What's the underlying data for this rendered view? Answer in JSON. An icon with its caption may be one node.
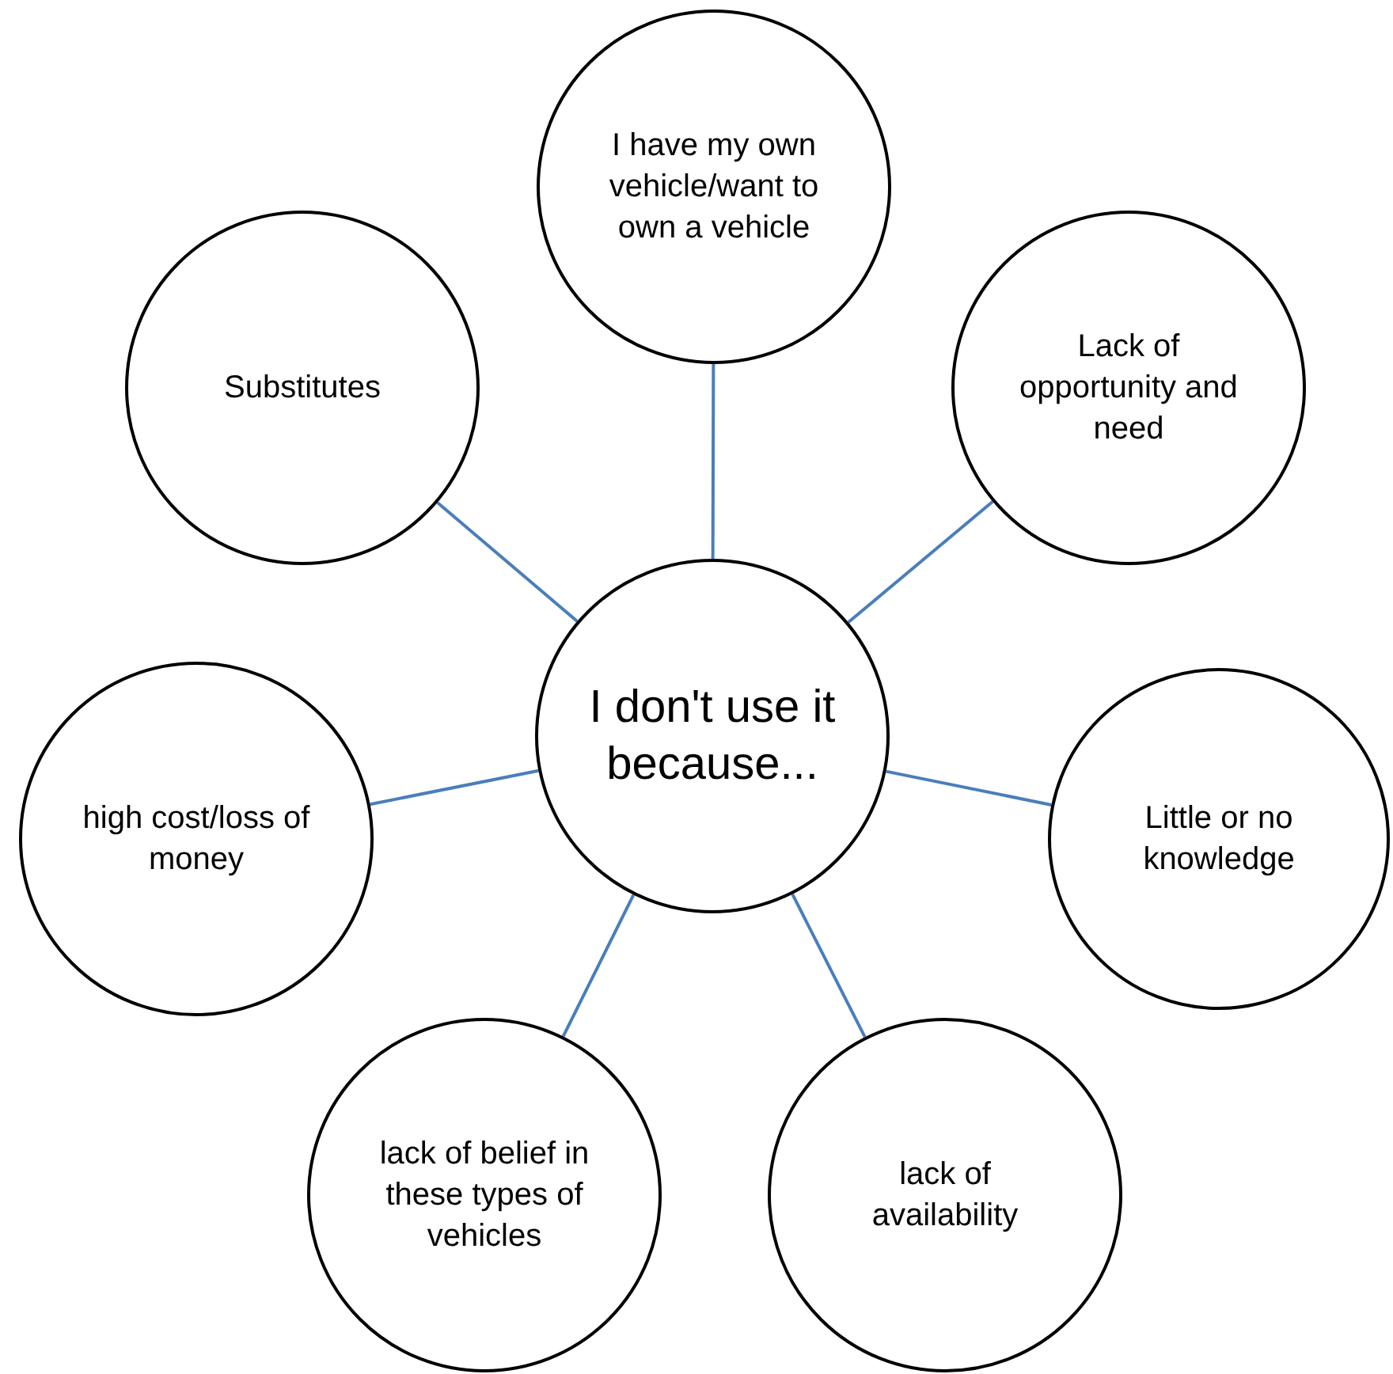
{
  "diagram": {
    "nodes": [
      {
        "text": [
          "I have my own vehicle/want to own a vehicle"
        ]
      },
      {
        "text": [
          "Substitutes"
        ]
      },
      {
        "text": [
          "Lack of opportunity and need"
        ]
      },
      {
        "text": [
          "I don't use it because..."
        ]
      },
      {
        "text": [
          "high cost/loss of money"
        ]
      },
      {
        "text": [
          "Little or no knowledge"
        ]
      },
      {
        "text": [
          "lack of belief in these types of vehicles"
        ]
      },
      {
        "text": [
          "lack of availability"
        ]
      }
    ],
    "edges": [
      {
        "from": 3,
        "to": 0,
        "arrow": "none"
      },
      {
        "from": 3,
        "to": 2,
        "arrow": "none"
      },
      {
        "from": 3,
        "to": 5,
        "arrow": "none"
      },
      {
        "from": 3,
        "to": 7,
        "arrow": "none"
      },
      {
        "from": 3,
        "to": 6,
        "arrow": "none"
      },
      {
        "from": 3,
        "to": 4,
        "arrow": "none"
      },
      {
        "from": 3,
        "to": 1,
        "arrow": "none"
      }
    ]
  }
}
